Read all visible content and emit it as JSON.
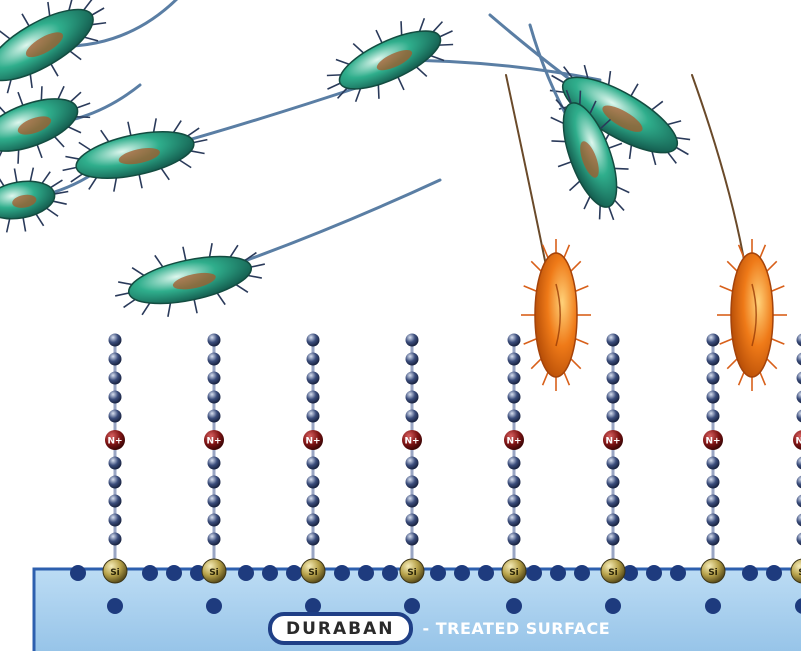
{
  "labels": {
    "brand": "DURABAN",
    "caption": "- TREATED SURFACE",
    "charge": "N+",
    "anchor": "Si"
  },
  "colors": {
    "surface_fill": "#a9cfee",
    "surface_border": "#2d5fae",
    "chain_bead": "#3b4d7c",
    "charge_bead": "#7e1414",
    "anchor_bead": "#b7a24a",
    "base_bead": "#1e3b7e",
    "bacteria_green": "#2fae8c",
    "bacteria_orange": "#ef7a18",
    "flagellum": "#5a7ea4"
  },
  "molecules": {
    "count": 8,
    "chain_beads_above_charge": 5,
    "chain_beads_below_charge": 5
  },
  "bacteria": [
    {
      "type": "green-rod"
    },
    {
      "type": "green-rod"
    },
    {
      "type": "green-rod"
    },
    {
      "type": "green-rod"
    },
    {
      "type": "green-rod"
    },
    {
      "type": "green-rod"
    },
    {
      "type": "green-rod"
    },
    {
      "type": "green-rod"
    },
    {
      "type": "orange-rod"
    },
    {
      "type": "orange-rod"
    }
  ]
}
